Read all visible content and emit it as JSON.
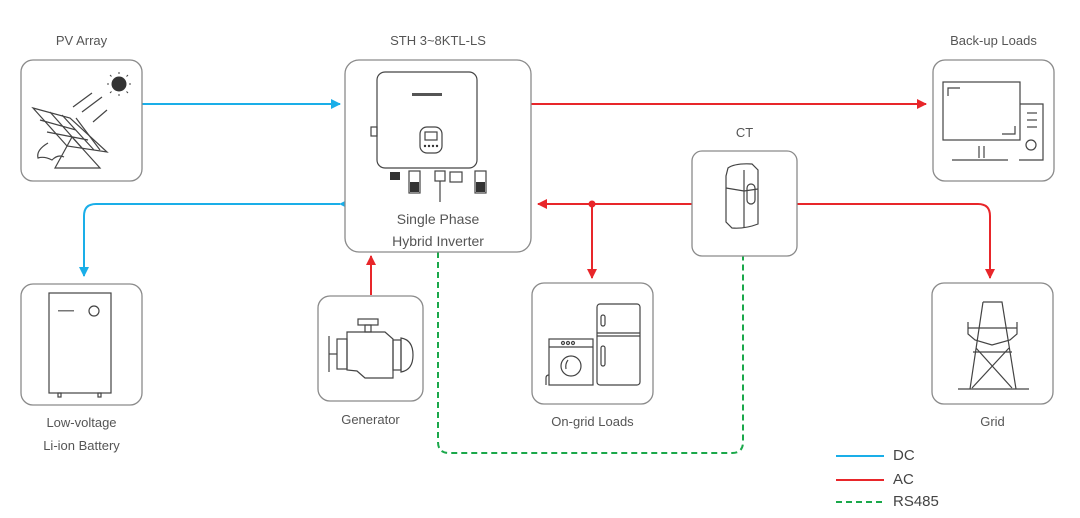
{
  "nodes": {
    "pv_array": {
      "label": "PV Array",
      "icon": "solar-panel-icon"
    },
    "inverter": {
      "title": "STH 3~8KTL-LS",
      "line1": "Single Phase",
      "line2": "Hybrid Inverter",
      "icon": "inverter-icon"
    },
    "backup_loads": {
      "label": "Back-up Loads",
      "icon": "computer-icon"
    },
    "ct": {
      "label": "CT",
      "icon": "current-transformer-icon"
    },
    "battery": {
      "line1": "Low-voltage",
      "line2": "Li-ion Battery",
      "icon": "battery-icon"
    },
    "generator": {
      "label": "Generator",
      "icon": "engine-icon"
    },
    "ongrid_loads": {
      "label": "On-grid Loads",
      "icon": "appliances-icon"
    },
    "grid": {
      "label": "Grid",
      "icon": "pylon-icon"
    }
  },
  "connections": [
    {
      "from": "PV Array",
      "to": "STH 3~8KTL-LS",
      "type": "DC"
    },
    {
      "from": "Low-voltage Li-ion Battery",
      "to": "STH 3~8KTL-LS",
      "type": "DC",
      "bidirectional": true
    },
    {
      "from": "Generator",
      "to": "STH 3~8KTL-LS",
      "type": "AC"
    },
    {
      "from": "STH 3~8KTL-LS",
      "to": "Back-up Loads",
      "type": "AC"
    },
    {
      "from": "CT",
      "to": "STH 3~8KTL-LS",
      "type": "AC"
    },
    {
      "from": "CT",
      "to": "On-grid Loads",
      "type": "AC"
    },
    {
      "from": "CT",
      "to": "Grid",
      "type": "AC"
    },
    {
      "from": "STH 3~8KTL-LS",
      "to": "CT",
      "type": "RS485"
    }
  ],
  "legend": {
    "items": [
      {
        "label": "DC",
        "color": "#1aaee8",
        "style": "solid"
      },
      {
        "label": "AC",
        "color": "#e8262a",
        "style": "solid"
      },
      {
        "label": "RS485",
        "color": "#1aa84a",
        "style": "dashed"
      }
    ]
  }
}
